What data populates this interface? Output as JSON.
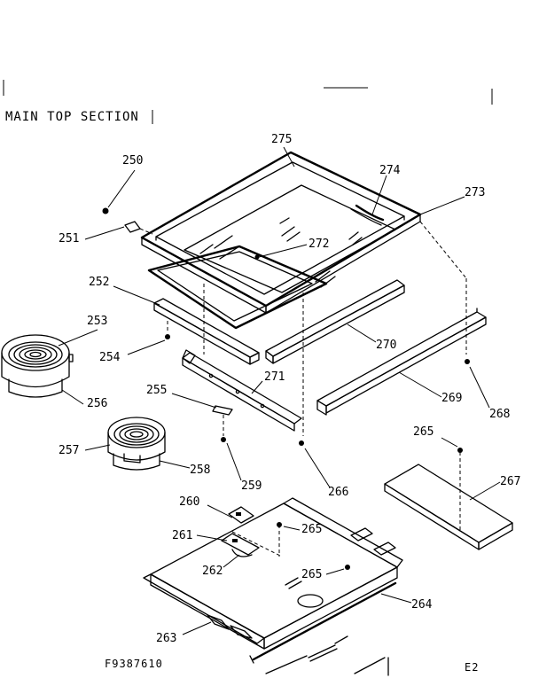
{
  "title": "MAIN TOP SECTION",
  "footer": {
    "code": "F9387610",
    "page": "E2"
  },
  "parts": [
    {
      "id": "p250",
      "label": "250"
    },
    {
      "id": "p251",
      "label": "251"
    },
    {
      "id": "p252",
      "label": "252"
    },
    {
      "id": "p253",
      "label": "253"
    },
    {
      "id": "p254",
      "label": "254"
    },
    {
      "id": "p255",
      "label": "255"
    },
    {
      "id": "p256",
      "label": "256"
    },
    {
      "id": "p257",
      "label": "257"
    },
    {
      "id": "p258",
      "label": "258"
    },
    {
      "id": "p259",
      "label": "259"
    },
    {
      "id": "p260",
      "label": "260"
    },
    {
      "id": "p261",
      "label": "261"
    },
    {
      "id": "p262",
      "label": "262"
    },
    {
      "id": "p263",
      "label": "263"
    },
    {
      "id": "p264",
      "label": "264"
    },
    {
      "id": "p265a",
      "label": "265"
    },
    {
      "id": "p265b",
      "label": "265"
    },
    {
      "id": "p265c",
      "label": "265"
    },
    {
      "id": "p266",
      "label": "266"
    },
    {
      "id": "p267",
      "label": "267"
    },
    {
      "id": "p268",
      "label": "268"
    },
    {
      "id": "p269",
      "label": "269"
    },
    {
      "id": "p270",
      "label": "270"
    },
    {
      "id": "p271",
      "label": "271"
    },
    {
      "id": "p272",
      "label": "272"
    },
    {
      "id": "p273",
      "label": "273"
    },
    {
      "id": "p274",
      "label": "274"
    },
    {
      "id": "p275",
      "label": "275"
    }
  ]
}
